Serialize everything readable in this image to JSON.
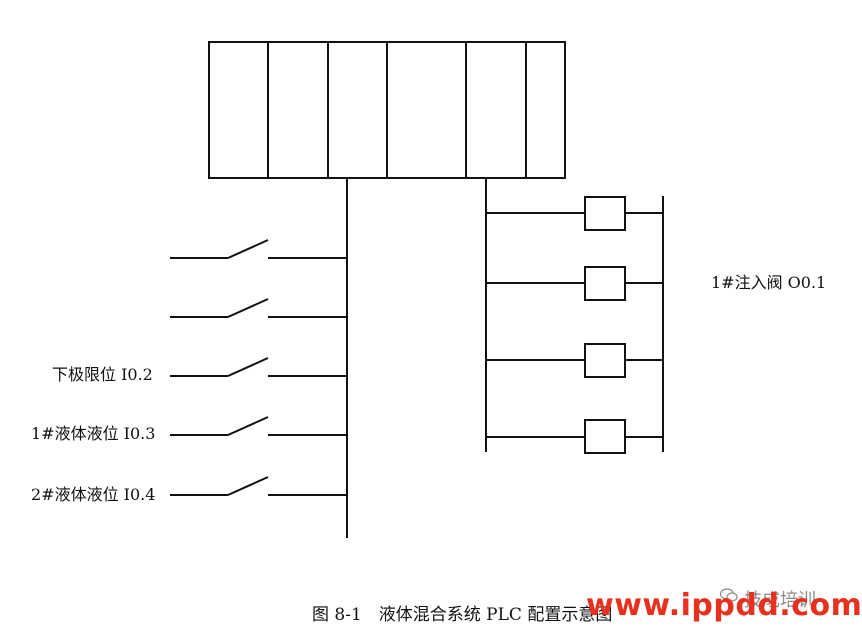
{
  "labels": {
    "lower_limit": "下极限位 I0.2",
    "liquid1": "1#液体液位 I0.3",
    "liquid2": "2#液体液位 I0.4",
    "valve1": "1#注入阀 O0.1"
  },
  "caption": "图 8-1　液体混合系统 PLC 配置示意图",
  "watermark": {
    "site": "www.ippdd.com",
    "brand": "技成培训"
  },
  "colors": {
    "line": "#111111",
    "watermark_red": "#e8301f",
    "watermark_gray": "#8a8a8a"
  }
}
